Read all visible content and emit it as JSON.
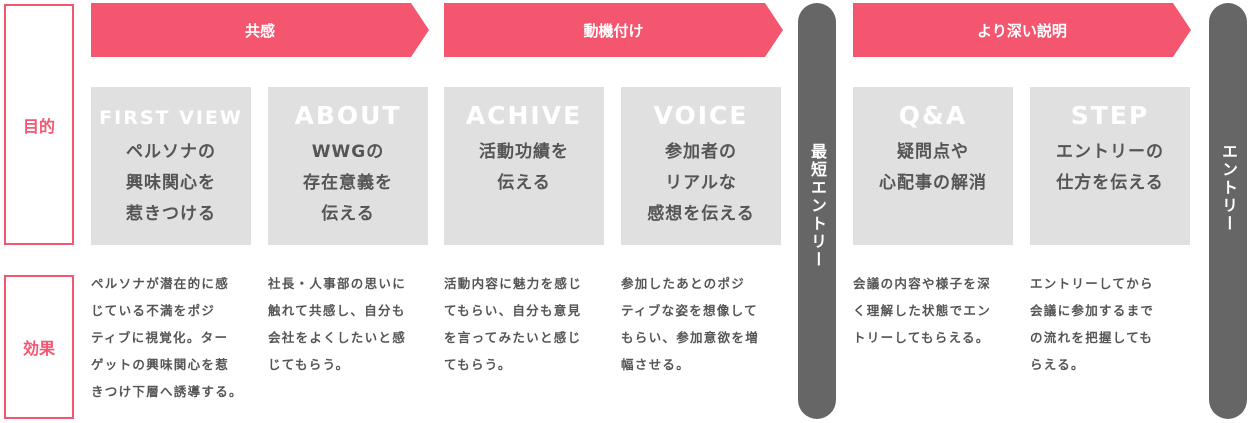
{
  "labels": {
    "purpose": "目的",
    "effect": "効果"
  },
  "stages": [
    {
      "label": "共感"
    },
    {
      "label": "動機付け"
    },
    {
      "label": "より深い説明"
    }
  ],
  "cards": [
    {
      "en": "FIRST VIEW",
      "ja": "ペルソナの\n興味関心を\n惹きつける",
      "desc": "ペルソナが潜在的に感\nじている不満をポジ\nティブに視覚化。ター\nゲットの興味関心を惹\nきつけ下層へ誘導する。"
    },
    {
      "en": "ABOUT",
      "ja": "WWGの\n存在意義を\n伝える",
      "desc": "社長・人事部の思いに\n触れて共感し、自分も\n会社をよくしたいと感\nじてもらう。"
    },
    {
      "en": "ACHIVE",
      "ja": "活動功績を\n伝える",
      "desc": "活動内容に魅力を感じ\nてもらい、自分も意見\nを言ってみたいと感じ\nてもらう。"
    },
    {
      "en": "VOICE",
      "ja": "参加者の\nリアルな\n感想を伝える",
      "desc": "参加したあとのポジ\nティブな姿を想像して\nもらい、参加意欲を増\n幅させる。"
    },
    {
      "en": "Q&A",
      "ja": "疑問点や\n心配事の解消",
      "desc": "会議の内容や様子を深\nく理解した状態でエン\nトリーしてもらえる。"
    },
    {
      "en": "STEP",
      "ja": "エントリーの\n仕方を伝える",
      "desc": "エントリーしてから\n会議に参加するまで\nの流れを把握しても\nらえる。"
    }
  ],
  "pills": {
    "shortest": "最短エントリー",
    "entry": "エントリー"
  }
}
